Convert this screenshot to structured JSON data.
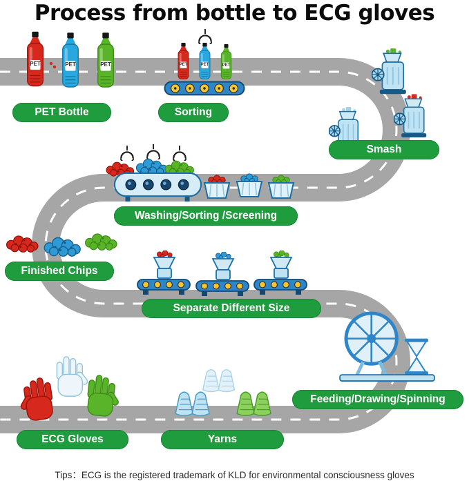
{
  "title": "Process from bottle to ECG gloves",
  "tips": "Tips：ECG  is the registered trademark of KLD for environmental consciousness gloves",
  "bottle_label": "PET",
  "stages": {
    "pet_bottle": {
      "label": "PET Bottle"
    },
    "sorting": {
      "label": "Sorting"
    },
    "smash": {
      "label": "Smash"
    },
    "washing": {
      "label": "Washing/Sorting /Screening"
    },
    "finished_chips": {
      "label": "Finished Chips"
    },
    "separate": {
      "label": "Separate Different Size"
    },
    "feeding": {
      "label": "Feeding/Drawing/Spinning"
    },
    "yarns": {
      "label": "Yarns"
    },
    "ecg_gloves": {
      "label": "ECG Gloves"
    }
  },
  "colors": {
    "badge_green": "#1f9c3d",
    "road_gray": "#a6a6a6",
    "red": "#d6281c",
    "blue": "#29a7df",
    "green": "#5ab429",
    "machine_blue": "#2e86c9",
    "machine_light": "#bfe3f2",
    "roller_yellow": "#f6c62d"
  }
}
